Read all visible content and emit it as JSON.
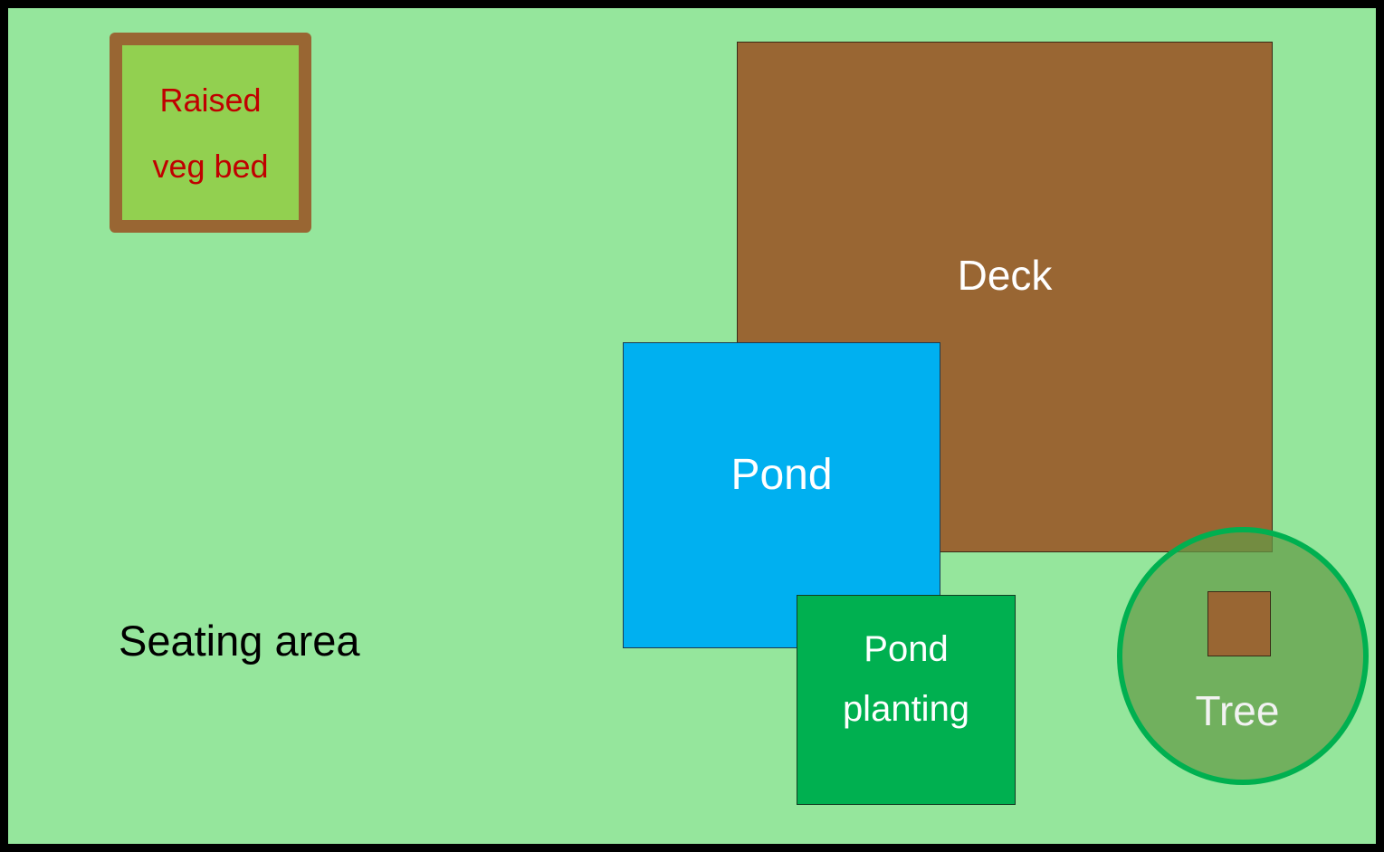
{
  "colors": {
    "lawn": "#95e69c",
    "border": "#000000",
    "timber": "#996633",
    "veg_bed_fill": "#92d050",
    "veg_text": "#c00000",
    "pond": "#00b0f0",
    "pond_planting": "#00b050",
    "tree_ring": "#00b050",
    "label_light": "#ffffff"
  },
  "areas": {
    "raised_veg_bed": {
      "line1": "Raised",
      "line2": "veg bed"
    },
    "deck": {
      "label": "Deck"
    },
    "pond": {
      "label": "Pond"
    },
    "pond_planting": {
      "line1": "Pond",
      "line2": "planting"
    },
    "tree": {
      "label": "Tree"
    },
    "seating_area": {
      "label": "Seating area"
    }
  }
}
